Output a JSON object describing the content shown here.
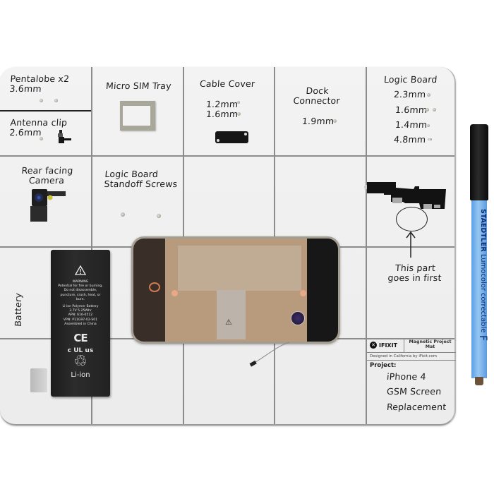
{
  "mat": {
    "brand": "IFIXIT",
    "product": "Magnetic Project Mat",
    "designed_in": "Designed in California by iFixit.com",
    "project_label": "Project:",
    "project_lines": [
      "iPhone 4",
      "GSM Screen",
      "Replacement"
    ]
  },
  "cells": {
    "pentalobe": {
      "line1": "Pentalobe x2",
      "line2": "3.6mm"
    },
    "antenna_clip": {
      "line1": "Antenna clip",
      "line2": "2.6mm"
    },
    "micro_sim": {
      "label": "Micro SIM Tray"
    },
    "cable_cover": {
      "label": "Cable Cover",
      "sizes": [
        "1.2mm",
        "1.6mm"
      ]
    },
    "dock_connector": {
      "line1": "Dock",
      "line2": "Connector",
      "size": "1.9mm"
    },
    "logic_board": {
      "label": "Logic Board",
      "sizes": [
        "2.3mm",
        "1.6mm",
        "1.4mm",
        "4.8mm"
      ]
    },
    "rear_camera": {
      "line1": "Rear facing",
      "line2": "Camera"
    },
    "standoff": {
      "line1": "Logic Board",
      "line2": "Standoff Screws"
    },
    "note": {
      "line1": "This part",
      "line2": "goes in first"
    },
    "battery": {
      "label": "Battery"
    }
  },
  "battery_label": {
    "warning_title": "WARNING",
    "warning_text": "Potential for fire or burning. Do not disassemble, puncture, crush, heat, or burn.",
    "spec_lines": [
      "Li-ion Polymer Battery",
      "3.7V 5.25Whr",
      "APN: 616-0512",
      "VPN: P11G97-02-S01",
      "Assembled in China"
    ],
    "ce": "CE",
    "ul": "c UL us",
    "type": "Li-ion"
  },
  "marker": {
    "brand": "STAEDTLER",
    "line": "Lumocolor",
    "type": "correctable",
    "tip": "F"
  },
  "colors": {
    "mat": "#efefef",
    "grid": "#8c8c8c",
    "marker_barrel": "#7fb5ee",
    "marker_cap": "#111111"
  }
}
